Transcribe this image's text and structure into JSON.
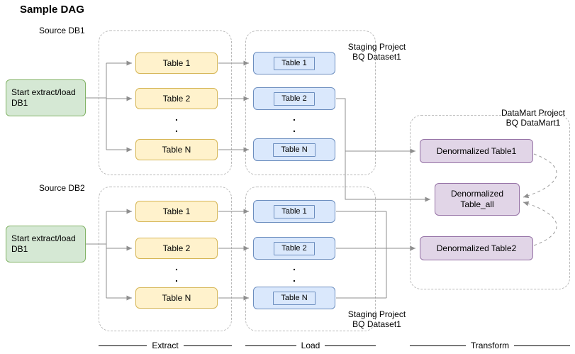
{
  "title": "Sample DAG",
  "colors": {
    "start_node_fill": "#d5e8d4",
    "start_node_border": "#82b366",
    "extract_fill": "#fff2cc",
    "extract_border": "#d6b656",
    "load_fill": "#dae8fc",
    "load_border": "#6c8ebf",
    "transform_fill": "#e1d5e7",
    "transform_border": "#9673a6",
    "connector": "#8f8f8f"
  },
  "pipeline1": {
    "source_label": "Source DB1",
    "start_node": {
      "line1": "Start extract/load",
      "line2": "DB1"
    },
    "extract_tables": [
      "Table 1",
      "Table 2",
      "Table N"
    ],
    "load_tables": [
      "Table 1",
      "Table 2",
      "Table N"
    ],
    "staging_label": {
      "line1": "Staging Project",
      "line2": "BQ Dataset1"
    }
  },
  "pipeline2": {
    "source_label": "Source DB2",
    "start_node": {
      "line1": "Start extract/load",
      "line2": "DB1"
    },
    "extract_tables": [
      "Table 1",
      "Table 2",
      "Table N"
    ],
    "load_tables": [
      "Table 1",
      "Table 2",
      "Table N"
    ],
    "staging_label": {
      "line1": "Staging Project",
      "line2": "BQ Dataset1"
    }
  },
  "datamart": {
    "label": {
      "line1": "DataMart Project",
      "line2": "BQ DataMart1"
    },
    "table1": "Denormalized Table1",
    "table_all": {
      "line1": "Denormalized",
      "line2": "Table_all"
    },
    "table2": "Denormalized Table2"
  },
  "dots": ".",
  "legend": {
    "extract": "Extract",
    "load": "Load",
    "transform": "Transform"
  }
}
